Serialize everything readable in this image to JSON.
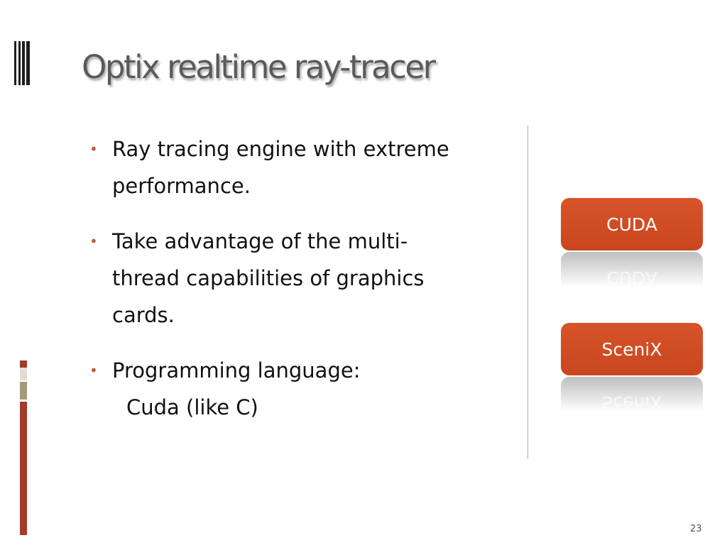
{
  "slide": {
    "title": "Optix realtime ray-tracer",
    "bullets": [
      {
        "lines": [
          "Ray tracing engine with extreme",
          "performance."
        ]
      },
      {
        "lines": [
          "Take advantage of the multi-",
          "thread capabilities of graphics",
          "cards."
        ]
      },
      {
        "lines": [
          "Programming language:",
          "Cuda (like C)"
        ]
      }
    ],
    "blocks": [
      {
        "label": "CUDA"
      },
      {
        "label": "SceniX"
      }
    ],
    "page_number": "23"
  },
  "colors": {
    "accent": "#d14f25",
    "title": "#5a5a5a",
    "left_bar_red": "#a33a2a",
    "left_bar_tan": "#a79a78"
  }
}
